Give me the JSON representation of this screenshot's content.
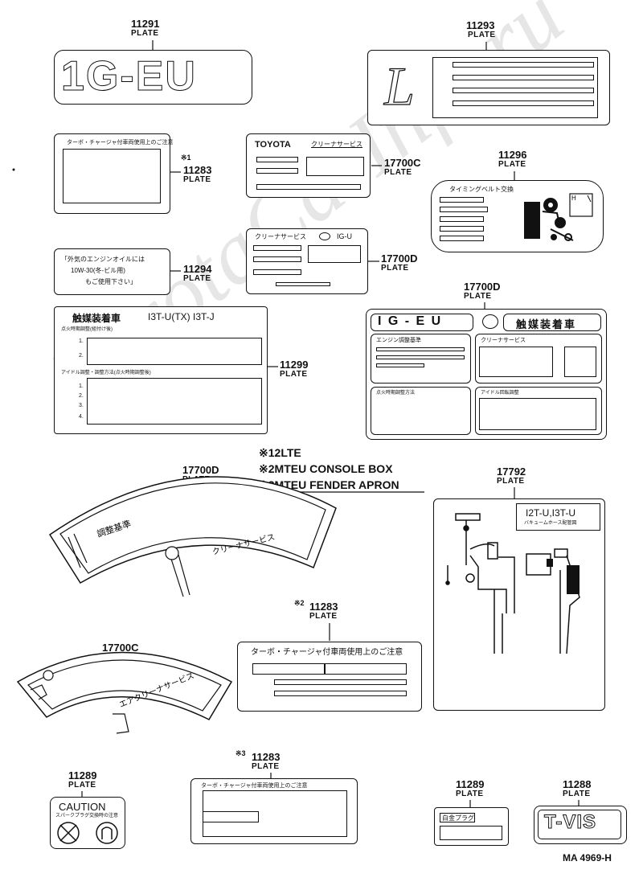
{
  "watermark": "ToyotaCarInfo.ru",
  "plate_word": "PLATE",
  "parts": [
    {
      "number": "11291"
    },
    {
      "number": "11293"
    },
    {
      "number": "11283",
      "mark": "※1"
    },
    {
      "number": "17700C"
    },
    {
      "number": "11296"
    },
    {
      "number": "11294"
    },
    {
      "number": "17700D"
    },
    {
      "number": "17700D"
    },
    {
      "number": "11299"
    },
    {
      "number": "17700D"
    },
    {
      "number": "17792"
    },
    {
      "number": "11283",
      "mark": "※2"
    },
    {
      "number": "17700C"
    },
    {
      "number": "11283",
      "mark": "※3"
    },
    {
      "number": "11289"
    },
    {
      "number": "11289"
    },
    {
      "number": "11288"
    }
  ],
  "notes": [
    {
      "mark": "※1",
      "text": "2LTE"
    },
    {
      "mark": "※2",
      "text": "MTEU CONSOLE BOX"
    },
    {
      "mark": "※3",
      "text": "MTEU FENDER APRON"
    }
  ],
  "plates": {
    "engine_code": "1G-EU",
    "l_letter": "L",
    "turbo_caution": "ターボ・チャージャ付車両使用上のご注意",
    "toyota": "TOYOTA",
    "cleaner_service": "クリーナサービス",
    "g_u": "IG-U",
    "timing_belt": "タイミングベルト交換",
    "oil_line1": "「外気のエンジンオイルには",
    "oil_line2": "10W-30(冬-ビル用)",
    "oil_line3": "もご使用下さい」",
    "catalyst_car": "触媒装着車",
    "catalyst_models": "I3T-U(TX)  I3T-J",
    "ignition_timing": "点火時期調整(組付け後)",
    "idle_adjust": "アイドル調整・調整方法(点火時期調整後)",
    "row1": "1.",
    "row2": "2.",
    "row3": "3.",
    "row4": "4.",
    "ig_eu_spaced": "I G - E U",
    "catalyst_badge": "触媒装着車",
    "engine_adjust": "エンジン調整基準",
    "cleaner_service2": "クリーナサービス",
    "ignition_adjust": "点火時期調整方法",
    "idle_adjust2": "アイドル回転調整",
    "arc_adjust": "調整基準",
    "arc_cleaner": "クリーナサービス",
    "turbo_caution2": "ターボ・チャージャ付車両使用上のご注意",
    "air_cleaner": "エアクリーナサービス",
    "vacuum_models": "I2T-U,I3T-U",
    "vacuum_hose": "バキュームホース配管図",
    "caution": "CAUTION",
    "caution_jp": "スパークプラグ交換時の注意",
    "spark_plug": "白金プラグ",
    "tvis": "T-VIS"
  },
  "diagram_code": "MA 4969-H"
}
